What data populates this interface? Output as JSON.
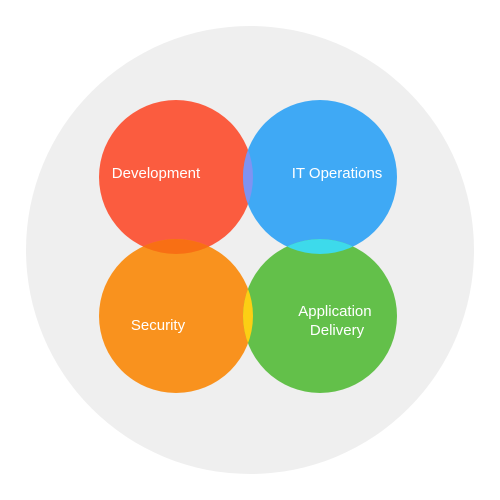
{
  "diagram": {
    "background_color": "#efefef",
    "center_hatch_color": "#ffffff",
    "sets": [
      {
        "id": "development",
        "label": [
          "Development"
        ],
        "color": "#fb5c3f"
      },
      {
        "id": "it-operations",
        "label": [
          "IT Operations"
        ],
        "color": "#3fa9f5"
      },
      {
        "id": "security",
        "label": [
          "Security"
        ],
        "color": "#f9921e"
      },
      {
        "id": "application-delivery",
        "label": [
          "Application",
          "Delivery"
        ],
        "color": "#63c04a"
      }
    ],
    "overlaps": {
      "development_it-operations": "#7f93f2",
      "development_security": "#f86f14",
      "it-operations_application-delivery": "#3ddaeb",
      "security_application-delivery": "#fccf14"
    }
  }
}
